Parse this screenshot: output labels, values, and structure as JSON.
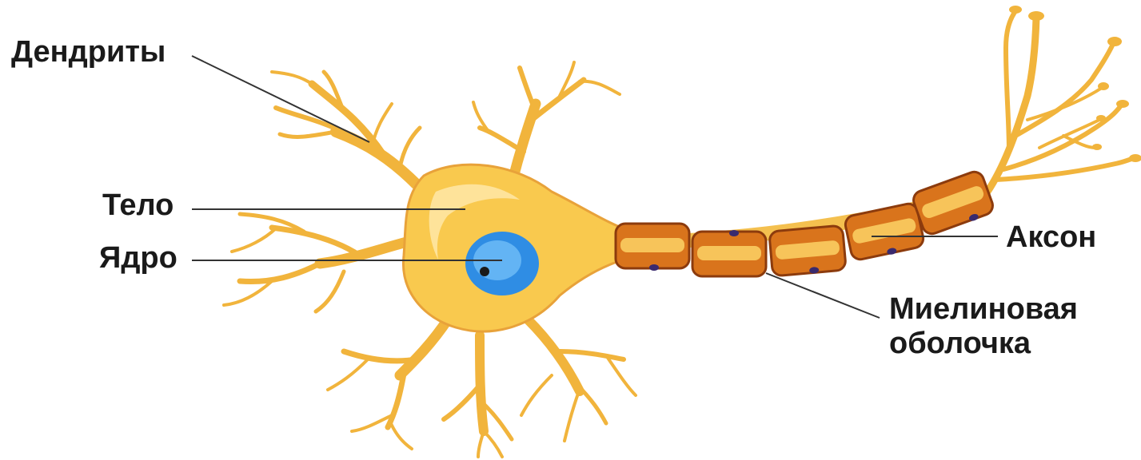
{
  "diagram": {
    "labels": {
      "dendrites": "Дендриты",
      "body": "Тело",
      "nucleus": "Ядро",
      "axon": "Аксон",
      "myelin_line1": "Миелиновая",
      "myelin_line2": "оболочка"
    },
    "colors": {
      "cell_fill": "#f9c94e",
      "cell_stroke": "#e8a23a",
      "cell_highlight": "#ffe7a8",
      "nucleus_outer": "#2f8de4",
      "nucleus_inner": "#63b4f4",
      "nucleolus": "#1a1a1a",
      "myelin_fill": "#d9741c",
      "myelin_stroke": "#8c3b0d",
      "myelin_core": "#f7c45a",
      "schwann_nucleus": "#3a2a6e",
      "leader_line": "#333333"
    }
  }
}
